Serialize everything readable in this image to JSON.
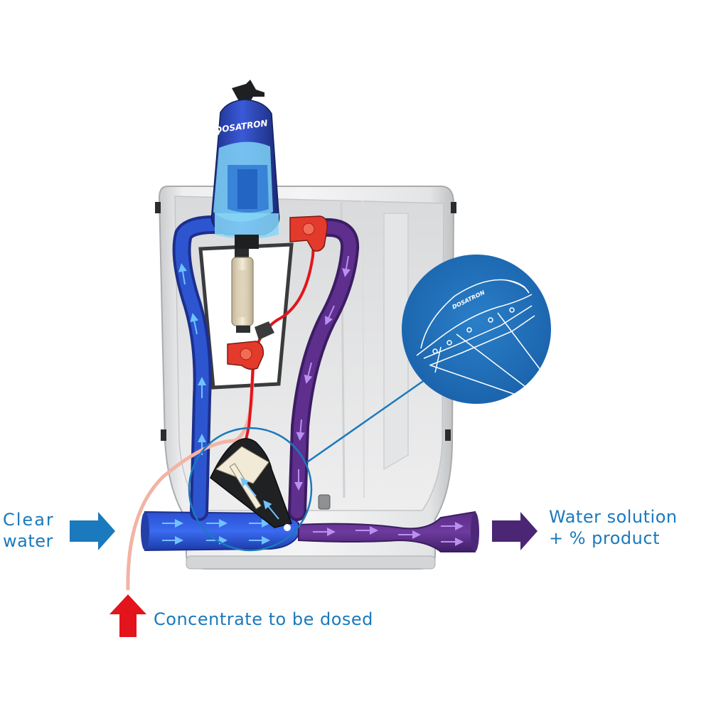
{
  "labels": {
    "clear_water_line1": "Clear",
    "clear_water_line2": "water",
    "output_line1": "Water solution",
    "output_line2": "+ % product",
    "concentrate": "Concentrate to be dosed"
  },
  "device": {
    "brand": "DOSATRON",
    "inset_brand": "DOSATRON"
  },
  "colors": {
    "clear_water": "#1e4fbf",
    "clear_water_arrow": "#1b79bd",
    "solution": "#4a2674",
    "concentrate": "#e3141c",
    "label_text": "#1b79bd",
    "housing": "#e6e7e8",
    "inset_bg": "#1f6fb7"
  }
}
